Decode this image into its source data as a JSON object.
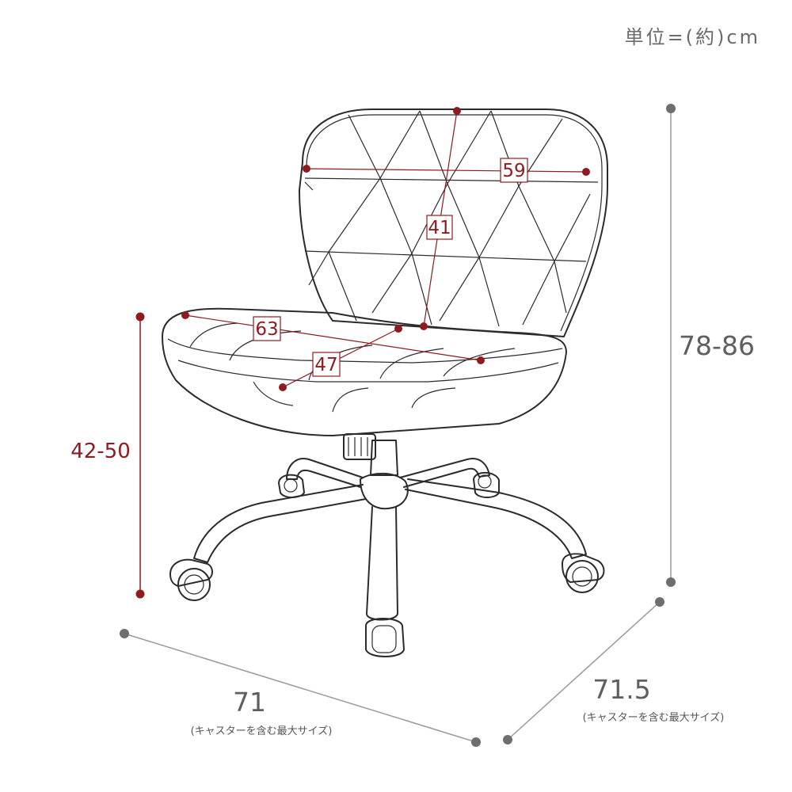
{
  "unit_label": "単位=(約)cm",
  "dimensions": {
    "total_height": "78-86",
    "seat_height": "42-50",
    "width": "71",
    "depth": "71.5",
    "back_width": "59",
    "back_height": "41",
    "seat_width": "63",
    "seat_depth": "47"
  },
  "notes": {
    "width_note": "(キャスターを含む最大サイズ)",
    "depth_note": "(キャスターを含む最大サイズ)"
  },
  "colors": {
    "grey_line": "#9a9a9a",
    "grey_dot": "#6e6e6e",
    "red": "#8e1b1f",
    "outline": "#2b2b2b"
  }
}
